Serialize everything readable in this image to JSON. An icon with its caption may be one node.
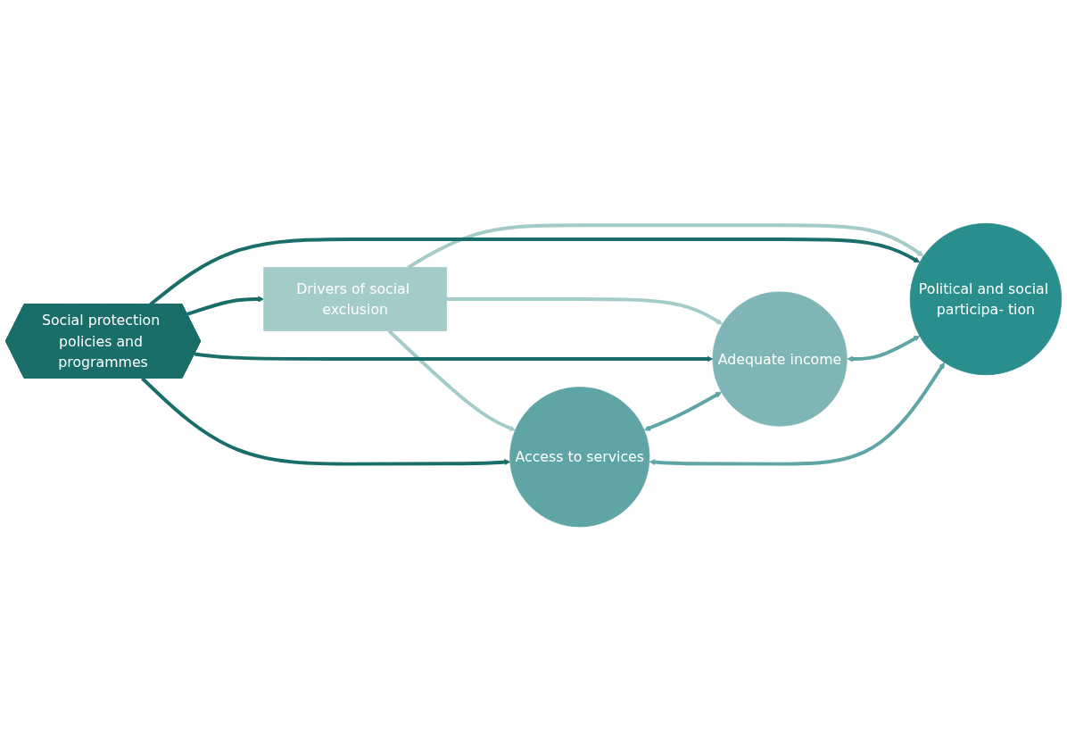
{
  "diagram": {
    "nodes": [
      {
        "text": [
          "Drivers of social exclusion"
        ]
      },
      {
        "text": [
          "Adequate income"
        ]
      },
      {
        "text": [
          "Access to services"
        ]
      },
      {
        "text": [
          "Political and social participa- tion"
        ]
      },
      {
        "text": [
          "Social protection policies and programmes"
        ]
      }
    ],
    "edges": [
      {
        "from": 0,
        "to": 1,
        "arrow": "to",
        "color": "#a3cbca"
      },
      {
        "from": 0,
        "to": 2,
        "arrow": "to",
        "color": "#a3cbca"
      },
      {
        "from": 0,
        "to": 3,
        "arrow": "to",
        "color": "#a3cbca"
      },
      {
        "from": 4,
        "to": 0,
        "arrow": "to",
        "color": "#1a6e69"
      },
      {
        "from": 4,
        "to": 1,
        "arrow": "to",
        "color": "#1a6e69"
      },
      {
        "from": 4,
        "to": 2,
        "arrow": "to",
        "color": "#1a6e69"
      },
      {
        "from": 4,
        "to": 3,
        "arrow": "to",
        "color": "#1a6e69"
      },
      {
        "from": 2,
        "to": 1,
        "arrow": "both",
        "color": "#5fa5a5"
      },
      {
        "from": 1,
        "to": 3,
        "arrow": "both",
        "color": "#5fa5a5"
      },
      {
        "from": 2,
        "to": 3,
        "arrow": "both",
        "color": "#5fa5a5"
      }
    ]
  }
}
